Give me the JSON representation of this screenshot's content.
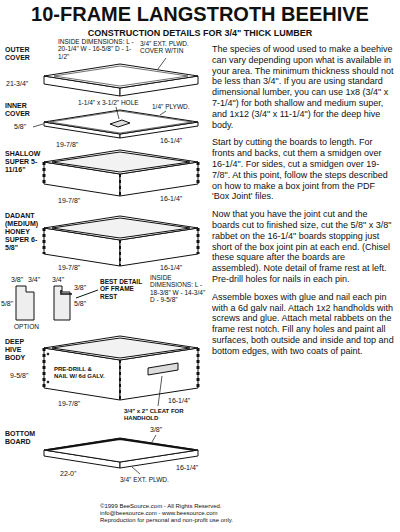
{
  "diagram": {
    "title": "10-FRAME LANGSTROTH BEEHIVE",
    "labels": [
      "CONSTRUCTION DETAILS FOR 3/4\" THICK LUMBER",
      "OUTER COVER",
      "INSIDE DIMENSIONS: L - 20-1/4\" W - 16-5/8\" D - 1-1/2\"",
      "3/4\" EXT. PLWD. COVER W/TIN",
      "21-3/4\"",
      "INNER COVER",
      "5/8\"",
      "1-1/4\" x 3-1/2\" HOLE",
      "1/4\" PLYWD.",
      "19-7/8\"",
      "16-1/4\"",
      "SHALLOW SUPER 5-11/16\"",
      "19-7/8\"",
      "16-1/4\"",
      "DADANT (MEDIUM) HONEY SUPER 6-5/8\"",
      "19-7/8\"",
      "16-1/4\"",
      "3/8\"",
      "3/4\"",
      "5/8\"",
      "OPTION",
      "3/4\"",
      "5/8\"",
      "3/8\"",
      "BEST DETAIL OF FRAME REST",
      "INSIDE DIMENSIONS: L - 18-3/8\" W - 14-3/4\" D - 9-5/8\"",
      "DEEP HIVE BODY",
      "9-5/8\"",
      "PRE-DRILL & NAIL W/ 6d GALV.",
      "19-7/8\"",
      "16-1/4\"",
      "3/4\" x 2\" CLEAT FOR HANDHOLD",
      "BOTTOM BOARD",
      "3/8\"",
      "16-1/4\"",
      "22-0\"",
      "3/4\" EXT. PLWD.",
      "©1999 BeeSource.com - All Rights Reserved.",
      "info@beesource.com - www.beesource.com",
      "Reproduction for personal and non-profit use only.",
      "The species of wood used to make a beehive can vary depending upon what is available in your area. The minimum thickness should not be less than 3/4\". If you are using standard dimensional lumber, you can use 1x8 (3/4\" x 7-1/4\") for both shallow and medium super, and 1x12 (3/4\" x 11-1/4\") for the deep hive body.",
      "Start by cutting the boards to length. For fronts and backs, cut them a smidgen over 16-1/4\". For sides, cut a smidgen over 19-7/8\". At this point, follow the steps described on how to make a box joint from the PDF 'Box Joint' files.",
      "Now that you have the joint cut and the boards cut to finished size, cut the 5/8\" x 3/8\" rabbet on the 16-1/4\" boards stopping just short of the box joint pin at each end. (Chisel these square after the boards are assembled). Note detail of frame rest at left. Pre-drill holes for nails in each pin.",
      "Assemble boxes with glue and nail each pin with a 6d galv nail. Attach 1x2 handholds with screws and glue. Attach metal rabbets on the frame rest notch. Fill any holes and paint all surfaces, both outside and inside and top and bottom edges, with two coats of paint."
    ]
  }
}
